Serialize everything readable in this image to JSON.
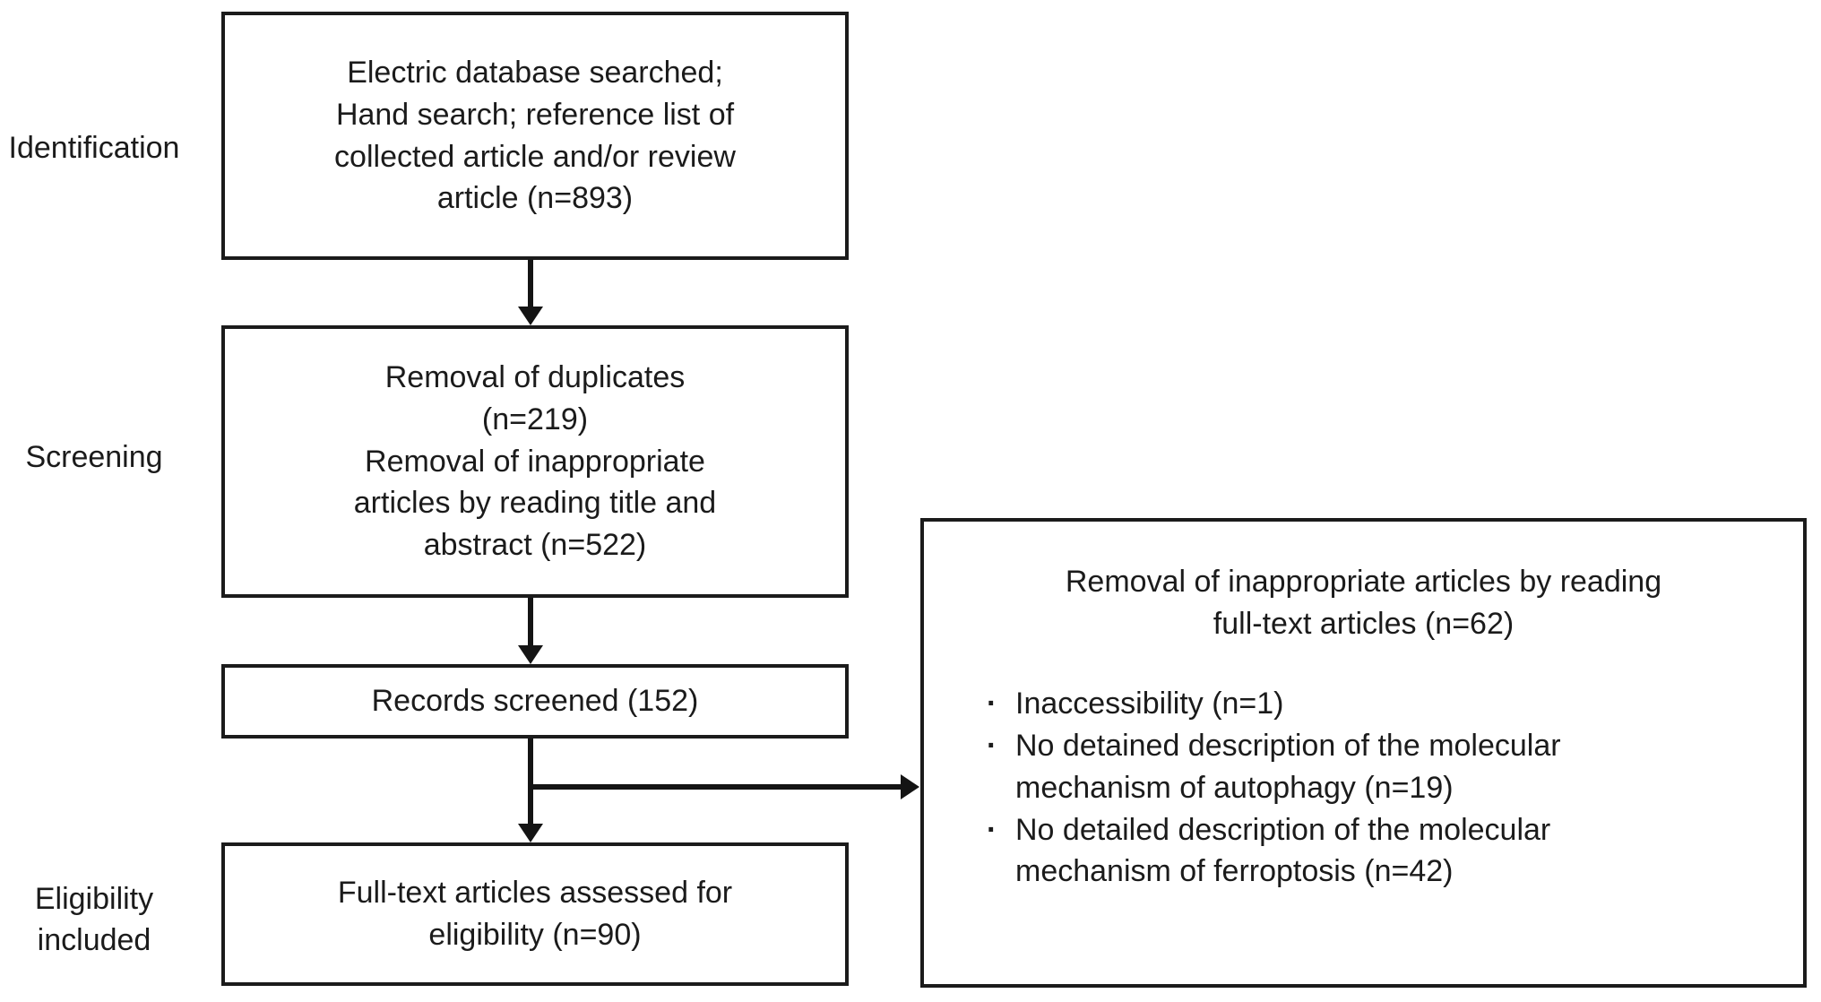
{
  "page": {
    "background_color": "#ffffff",
    "ink_color": "#1b1b1b",
    "type": "prisma-flow-diagram"
  },
  "stage_labels": [
    {
      "id": "identification",
      "text": "Identification"
    },
    {
      "id": "screening",
      "text": "Screening"
    },
    {
      "id": "eligibility-included",
      "text": "Eligibility\nincluded"
    }
  ],
  "boxes": {
    "identification_box": {
      "text": "Electric database searched;\nHand search; reference list of\ncollected article and/or review\narticle (n=893)",
      "n": 893
    },
    "screening_box": {
      "text": "Removal of duplicates\n(n=219)\nRemoval of inappropriate\narticles by reading title and\nabstract (n=522)",
      "n_duplicates": 219,
      "n_inappropriate": 522
    },
    "records_screened_box": {
      "text": "Records screened (152)",
      "n": 152
    },
    "eligibility_box": {
      "text": "Full-text articles assessed for\neligibility (n=90)",
      "n": 90
    },
    "exclusion_box": {
      "title": "Removal of inappropriate articles by reading\nfull-text articles (n=62)",
      "n": 62,
      "bullets": [
        {
          "marker": "·",
          "text": "Inaccessibility (n=1)",
          "n": 1
        },
        {
          "marker": "·",
          "text": "No detained description of the molecular\nmechanism of autophagy (n=19)",
          "n": 19
        },
        {
          "marker": "·",
          "text": "No detailed description of the molecular\nmechanism of ferroptosis (n=42)",
          "n": 42
        }
      ]
    }
  }
}
